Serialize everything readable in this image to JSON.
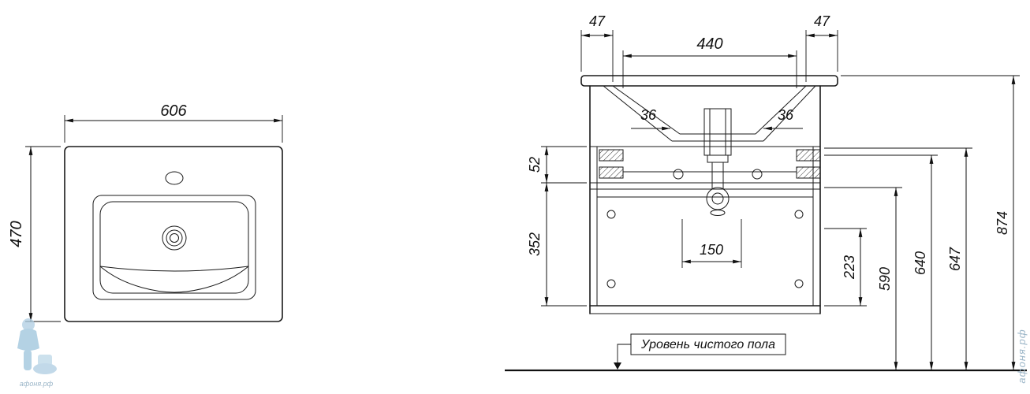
{
  "watermark_text": "афоня.рф",
  "floor_label": "Уровень чистого пола",
  "top_view": {
    "width": "606",
    "depth": "470"
  },
  "front_view": {
    "lip_overhang_left": "47",
    "lip_overhang_right": "47",
    "bowl_width": "440",
    "wall_thickness_left": "36",
    "wall_thickness_right": "36",
    "apron_height": "52",
    "cabinet_lower_height": "352",
    "drain_offset": "150",
    "drawer_height": "223",
    "height_590": "590",
    "height_640": "640",
    "height_647": "647",
    "total_height": "874"
  }
}
